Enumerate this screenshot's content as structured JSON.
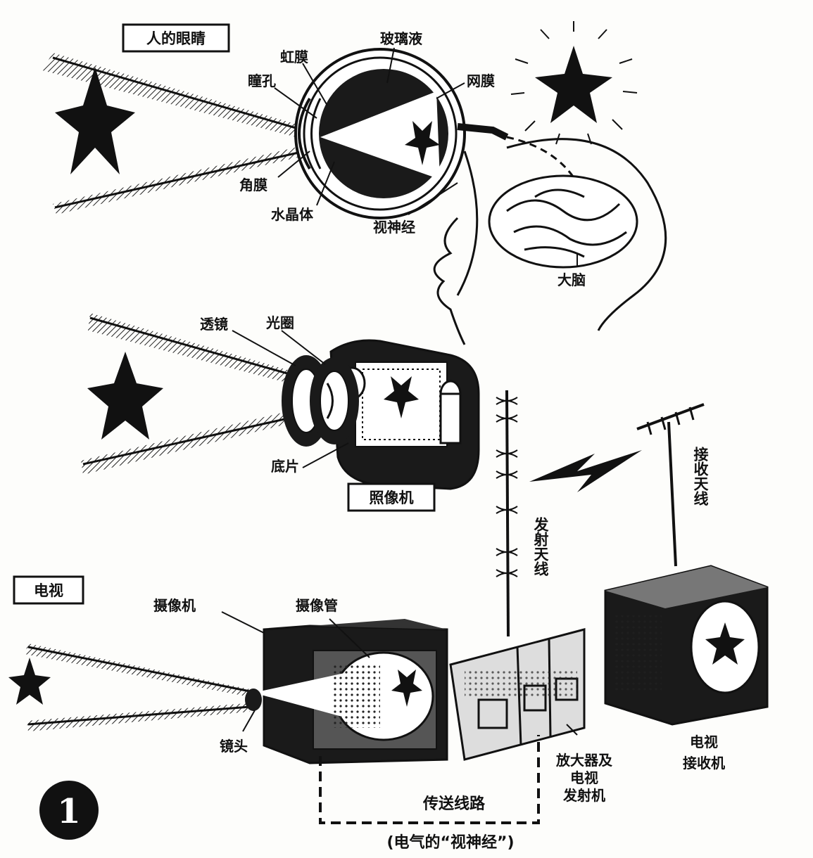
{
  "sections": {
    "eye": "人的眼睛",
    "camera": "照像机",
    "tv": "电视"
  },
  "eye_parts": {
    "vitreous": "玻璃液",
    "iris": "虹膜",
    "pupil": "瞳孔",
    "retina": "网膜",
    "cornea": "角膜",
    "lens": "水晶体",
    "optic_nerve": "视神经",
    "brain": "大脑"
  },
  "camera_parts": {
    "lens": "透镜",
    "aperture": "光圈",
    "film": "底片"
  },
  "tv_parts": {
    "camera": "摄像机",
    "camera_tube": "摄像管",
    "lens": "镜头",
    "tx_antenna": "发射天线",
    "rx_antenna": "接收天线",
    "amplifier_line1": "放大器及",
    "amplifier_line2": "电视",
    "amplifier_line3": "发射机",
    "receiver_line1": "电视",
    "receiver_line2": "接收机",
    "transmission_line": "传送线路",
    "electric_nerve": "(电气的“视神经”)"
  },
  "figure_number": "1"
}
